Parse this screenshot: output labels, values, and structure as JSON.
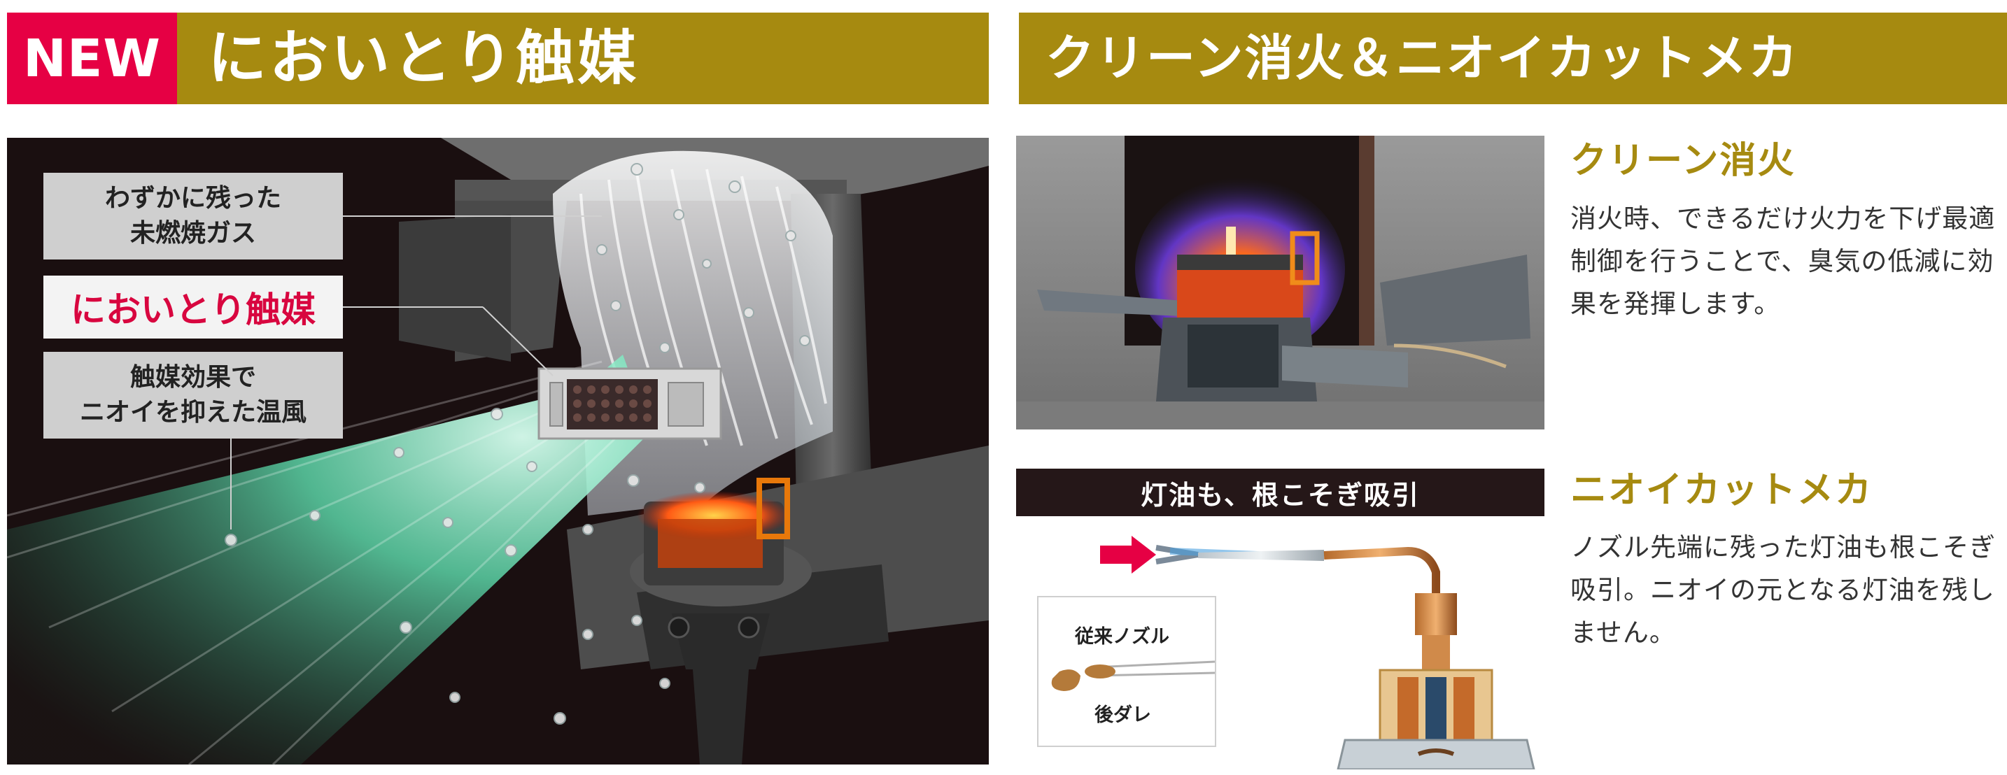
{
  "left_header": {
    "badge": "NEW",
    "title": "においとり触媒"
  },
  "right_header": {
    "title": "クリーン消火＆ニオイカットメカ"
  },
  "callouts": [
    {
      "text": "わずかに残った\n未燃焼ガス"
    },
    {
      "text": "においとり触媒"
    },
    {
      "text": "触媒効果で\nニオイを抑えた温風"
    }
  ],
  "clean_extinguish": {
    "title": "クリーン消火",
    "body": "消火時、できるだけ火力を下げ最適制御を行うことで、臭気の低減に効果を発揮します。"
  },
  "odor_cut": {
    "title": "ニオイカットメカ",
    "body": "ノズル先端に残った灯油も根こそぎ吸引。ニオイの元となる灯油を残しません。"
  },
  "suction_banner": "灯油も、根こそぎ吸引",
  "nozzle_diagram": {
    "conventional_label": "従来ノズル",
    "drip_label": "後ダレ"
  },
  "colors": {
    "gold": "#a68a10",
    "new_red": "#e60044",
    "catalyst_text": "#d8063f",
    "dark_bg": "#1a0f10"
  }
}
